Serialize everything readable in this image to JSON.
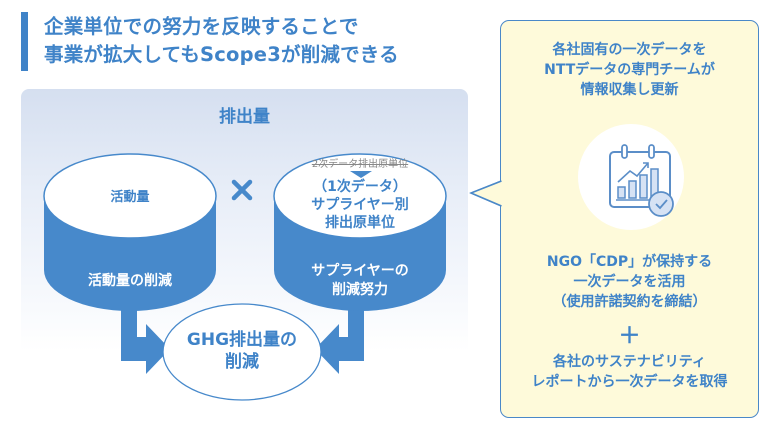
{
  "title": {
    "line1": "企業単位での努力を反映することで",
    "line2": "事業が拡大してもScope3が削減できる"
  },
  "panel": {
    "title": "排出量",
    "left_cylinder": {
      "top_label": "活動量",
      "body_label": "活動量の削減"
    },
    "operator": "×",
    "right_cylinder": {
      "old_label": "2次データ排出原単位",
      "new_label_lines": [
        "（1次データ）",
        "サプライヤー別",
        "排出原単位"
      ],
      "body_label_lines": [
        "サプライヤーの",
        "削減努力"
      ]
    },
    "result": {
      "label_lines": [
        "GHG排出量の",
        "削減"
      ]
    }
  },
  "side": {
    "top_lines": [
      "各社固有の一次データを",
      "NTTデータの専門チームが",
      "情報収集し更新"
    ],
    "icon": "calendar-chart-check-icon",
    "middle_lines": [
      "NGO「CDP」が保持する",
      "一次データを活用",
      "（使用許諾契約を締結）"
    ],
    "plus": "＋",
    "bottom_lines": [
      "各社のサステナビリティ",
      "レポートから一次データを取得"
    ]
  },
  "colors": {
    "accent": "#3f83c8",
    "side_bg": "#fefada",
    "panel_top": "#d5dff0"
  }
}
